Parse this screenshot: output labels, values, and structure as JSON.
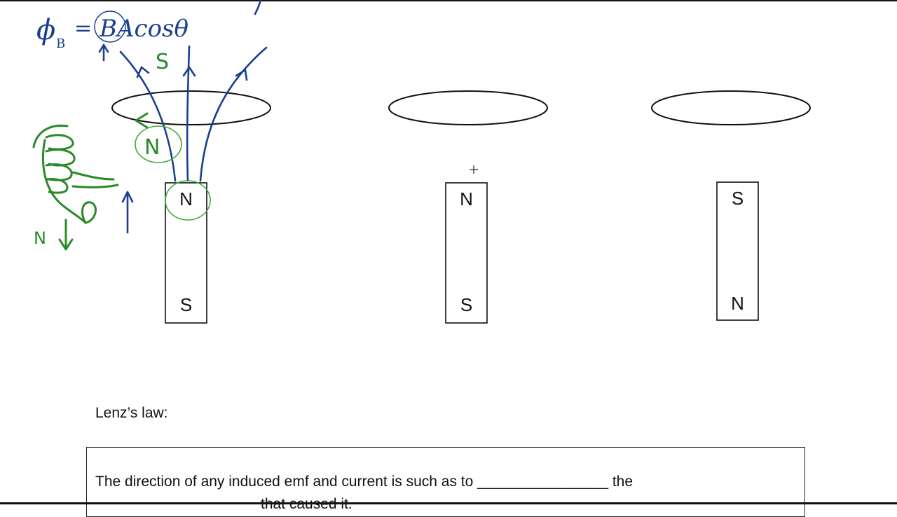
{
  "annotations": {
    "flux_formula": "ϕB = BAcosθ",
    "flux_symbol": "ϕ",
    "flux_subscript": "B",
    "flux_equals": "=",
    "flux_rhs": "BAcosθ",
    "ink_colors": {
      "blue": "#1a3f8f",
      "green": "#2a8a2a"
    },
    "green_s": "S",
    "green_n_loop": "N",
    "green_n_side": "N"
  },
  "magnets": [
    {
      "top_label": "N",
      "bottom_label": "S"
    },
    {
      "top_label": "N",
      "bottom_label": "S"
    },
    {
      "top_label": "S",
      "bottom_label": "N"
    }
  ],
  "lenz": {
    "title": "Lenz’s law:",
    "line1": "The direction of any induced emf and current is such as to ________________ the",
    "line2": "that caused it."
  }
}
